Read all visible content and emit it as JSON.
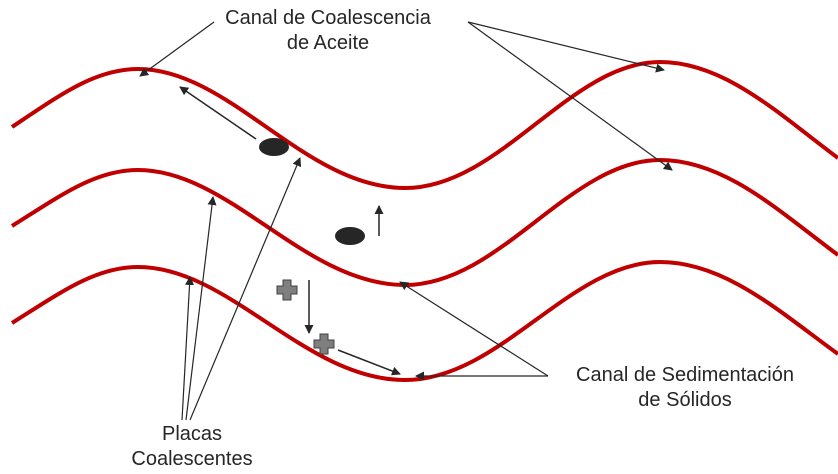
{
  "labels": {
    "oil_channel": {
      "line1": "Canal de Coalescencia",
      "line2": "de Aceite"
    },
    "sediment_channel": {
      "line1": "Canal de Sedimentación",
      "line2": "de Sólidos"
    },
    "plates": {
      "line1": "Placas",
      "line2": "Coalescentes"
    }
  },
  "colors": {
    "plate": "#c00000",
    "arrow": "#262626",
    "oil_droplet": "#262626",
    "solid_particle": "#7f7f7f",
    "solid_particle_border": "#404040",
    "text": "#262626"
  },
  "elements": {
    "plates_count": 3,
    "oil_droplets_count": 2,
    "solid_particles_count": 2
  }
}
